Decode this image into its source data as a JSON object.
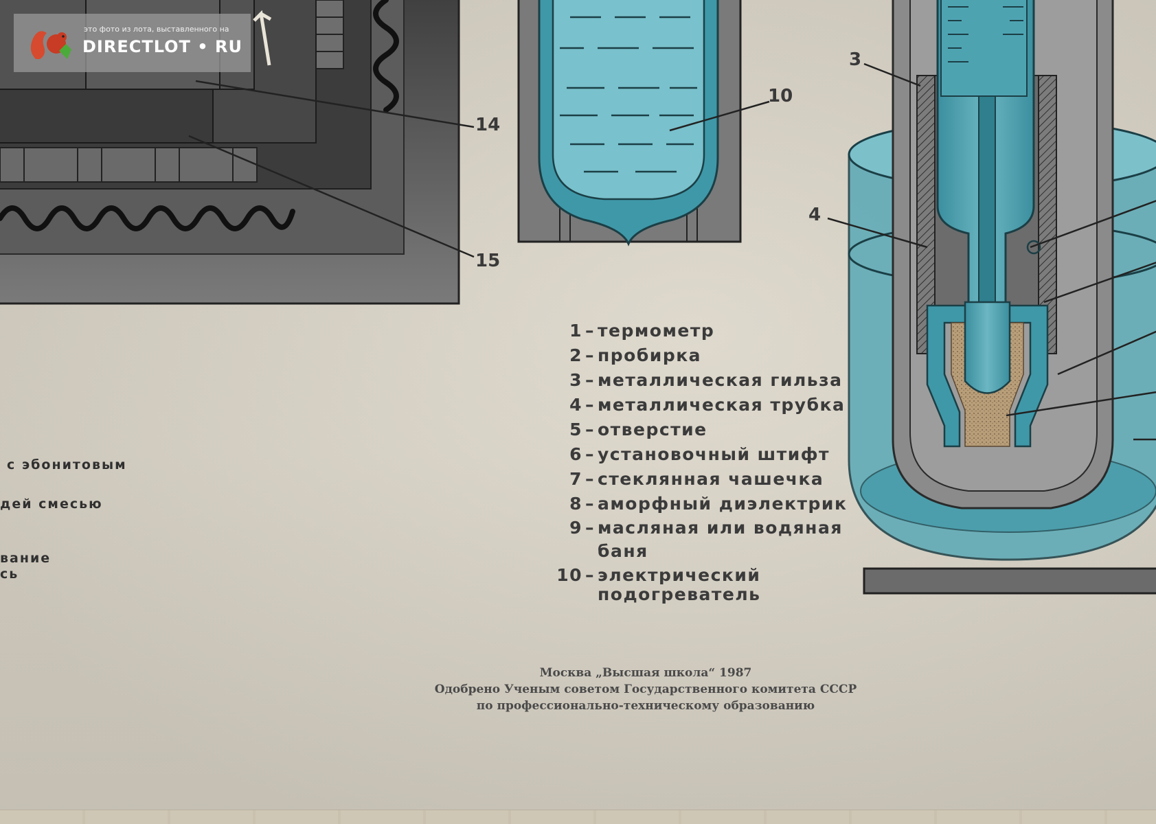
{
  "watermark": {
    "caption": "это фото из лота, выставленного на",
    "brand": "DIRECTLOT • RU"
  },
  "diagram_labels": {
    "n3": "3",
    "n4": "4",
    "n10": "10",
    "n14": "14",
    "n15": "15"
  },
  "legend": {
    "items": [
      {
        "num": "1",
        "text": "термометр"
      },
      {
        "num": "2",
        "text": "пробирка"
      },
      {
        "num": "3",
        "text": "металлическая гильза"
      },
      {
        "num": "4",
        "text": "металлическая трубка"
      },
      {
        "num": "5",
        "text": "отверстие"
      },
      {
        "num": "6",
        "text": "установочный штифт"
      },
      {
        "num": "7",
        "text": "стеклянная чашечка"
      },
      {
        "num": "8",
        "text": "аморфный диэлектрик"
      },
      {
        "num": "9",
        "text": "масляная или водяная",
        "text_cont": "баня"
      },
      {
        "num": "10",
        "text": "электрический",
        "text_cont": "подогреватель"
      }
    ]
  },
  "left_partial_text": {
    "line1": "с эбонитовым",
    "line2": "дей смесью",
    "line3": "вание",
    "line4": "сь"
  },
  "imprint": {
    "line1": "Москва „Высшая школа“ 1987",
    "line2": "Одобрено Ученым советом Государственного комитета СССР",
    "line3": "по профессионально-техническому образованию"
  },
  "colors": {
    "paper": "#dcd6c9",
    "teal": "#3f98a8",
    "teal_light": "#6fb8c4",
    "gray_dark": "#4a4a4a",
    "gray_mid": "#7e7e7e",
    "sand": "#b39a76"
  }
}
